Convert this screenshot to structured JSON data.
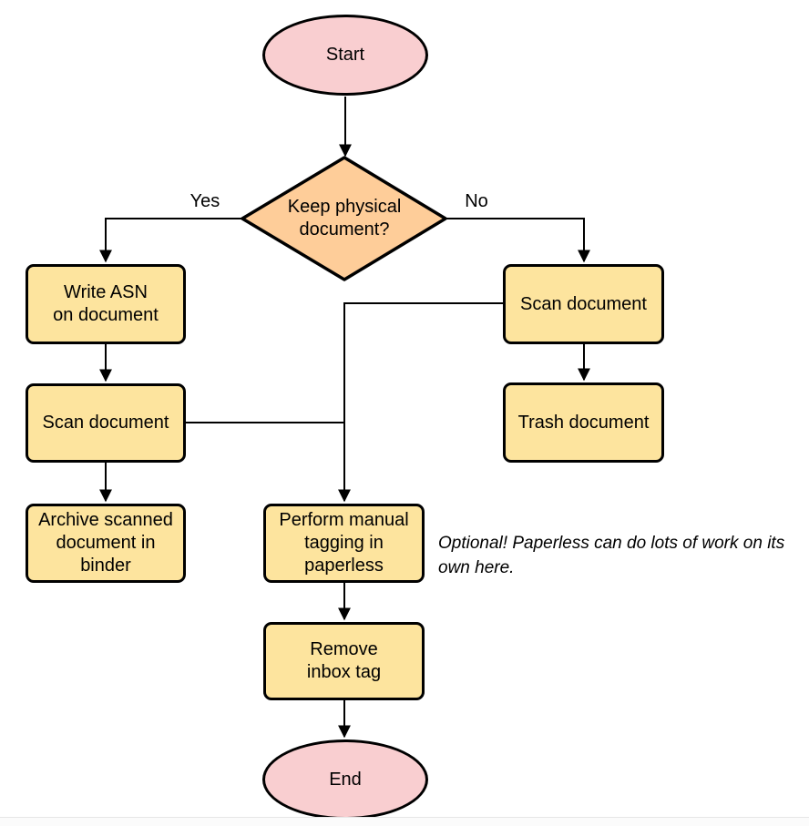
{
  "colors": {
    "terminal_fill": "#F9CED0",
    "decision_fill": "#FECD99",
    "process_fill": "#FDE49E",
    "stroke": "#000000",
    "line": "#000000"
  },
  "nodes": {
    "start": "Start",
    "decision": "Keep physical\ndocument?",
    "write_asn": "Write ASN\non document",
    "scan_left": "Scan document",
    "archive": "Archive scanned\ndocument in\nbinder",
    "scan_right": "Scan document",
    "trash": "Trash document",
    "perform_tagging": "Perform manual\ntagging in\npaperless",
    "remove_inbox": "Remove\ninbox tag",
    "end": "End"
  },
  "edge_labels": {
    "yes": "Yes",
    "no": "No"
  },
  "note": "Optional! Paperless can do lots of work on its own here."
}
